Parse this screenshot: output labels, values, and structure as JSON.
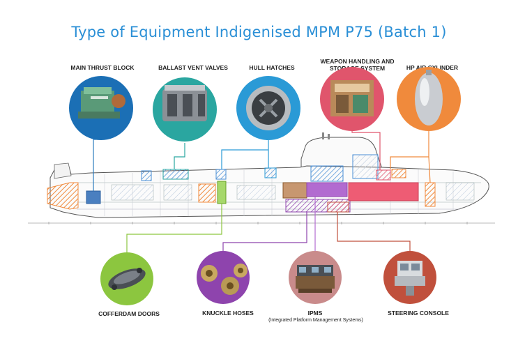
{
  "title": "Type of Equipment Indigenised MPM P75 (Batch 1)",
  "equipment_top": [
    {
      "label": "MAIN THRUST BLOCK",
      "color": "#2b7bbf"
    },
    {
      "label": "BALLAST VENT VALVES",
      "color": "#2aa6a0"
    },
    {
      "label": "HULL HATCHES",
      "color": "#2a9ad6"
    },
    {
      "label_line1": "WEAPON HANDLING AND",
      "label_line2": "STORAGE SYSTEM",
      "color": "#e0556c"
    },
    {
      "label": "HP AIR CYLINDER",
      "color": "#f08a3c"
    }
  ],
  "equipment_bottom": [
    {
      "label": "COFFERDAM DOORS",
      "color": "#8cc63f"
    },
    {
      "label": "KNUCKLE HOSES",
      "color": "#8e44ad"
    },
    {
      "label": "IPMS",
      "sublabel": "(Integrated Platform Management Systems)",
      "color": "#c98b8b"
    },
    {
      "label": "STEERING CONSOLE",
      "color": "#c0503c"
    }
  ]
}
